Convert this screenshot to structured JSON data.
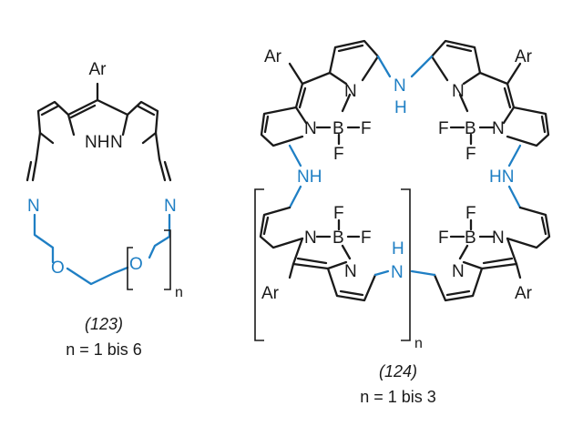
{
  "colors": {
    "black": "#1a1a1a",
    "blue": "#1f7fc4"
  },
  "compound_123": {
    "label": "(123)",
    "range": "n = 1 bis 6",
    "ar": "Ar",
    "nh": "NH",
    "n": "N",
    "o": "O",
    "sub_n": "n"
  },
  "compound_124": {
    "label": "(124)",
    "range": "n = 1 bis 3",
    "ar": "Ar",
    "n": "N",
    "b": "B",
    "f": "F",
    "nh": "NH",
    "hn": "HN",
    "h": "H",
    "sub_n": "n"
  }
}
